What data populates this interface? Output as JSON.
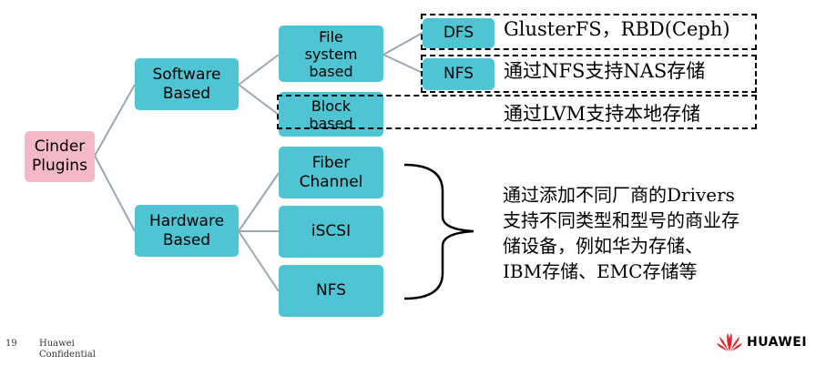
{
  "root": {
    "label": "Cinder\nPlugins"
  },
  "categories": {
    "software": {
      "label": "Software\nBased"
    },
    "hardware": {
      "label": "Hardware\nBased"
    }
  },
  "software_children": {
    "file": {
      "label": "File\nsystem\nbased"
    },
    "block": {
      "label": "Block\nbased"
    }
  },
  "file_children": {
    "dfs": {
      "label": "DFS"
    },
    "nfs": {
      "label": "NFS"
    }
  },
  "hardware_children": {
    "fc": {
      "label": "Fiber\nChannel"
    },
    "iscsi": {
      "label": "iSCSI"
    },
    "nfs": {
      "label": "NFS"
    }
  },
  "annotations": {
    "dfs": "GlusterFS，RBD(Ceph)",
    "nfs": "通过NFS支持NAS存储",
    "block": "通过LVM支持本地存储",
    "hardware": "通过添加不同厂商的Drivers\n支持不同类型和型号的商业存\n储设备，例如华为存储、\nIBM存储、EMC存储等"
  },
  "footer": {
    "page_number": "19",
    "company": "Huawei",
    "confidential": "Confidential"
  },
  "logo": {
    "text": "HUAWEI",
    "icon": "huawei-petal-logo",
    "color": "#e3242b"
  },
  "colors": {
    "node_fill": "#4fc4d2",
    "root_fill": "#f4b8c6",
    "connector": "#9aa7b3"
  }
}
